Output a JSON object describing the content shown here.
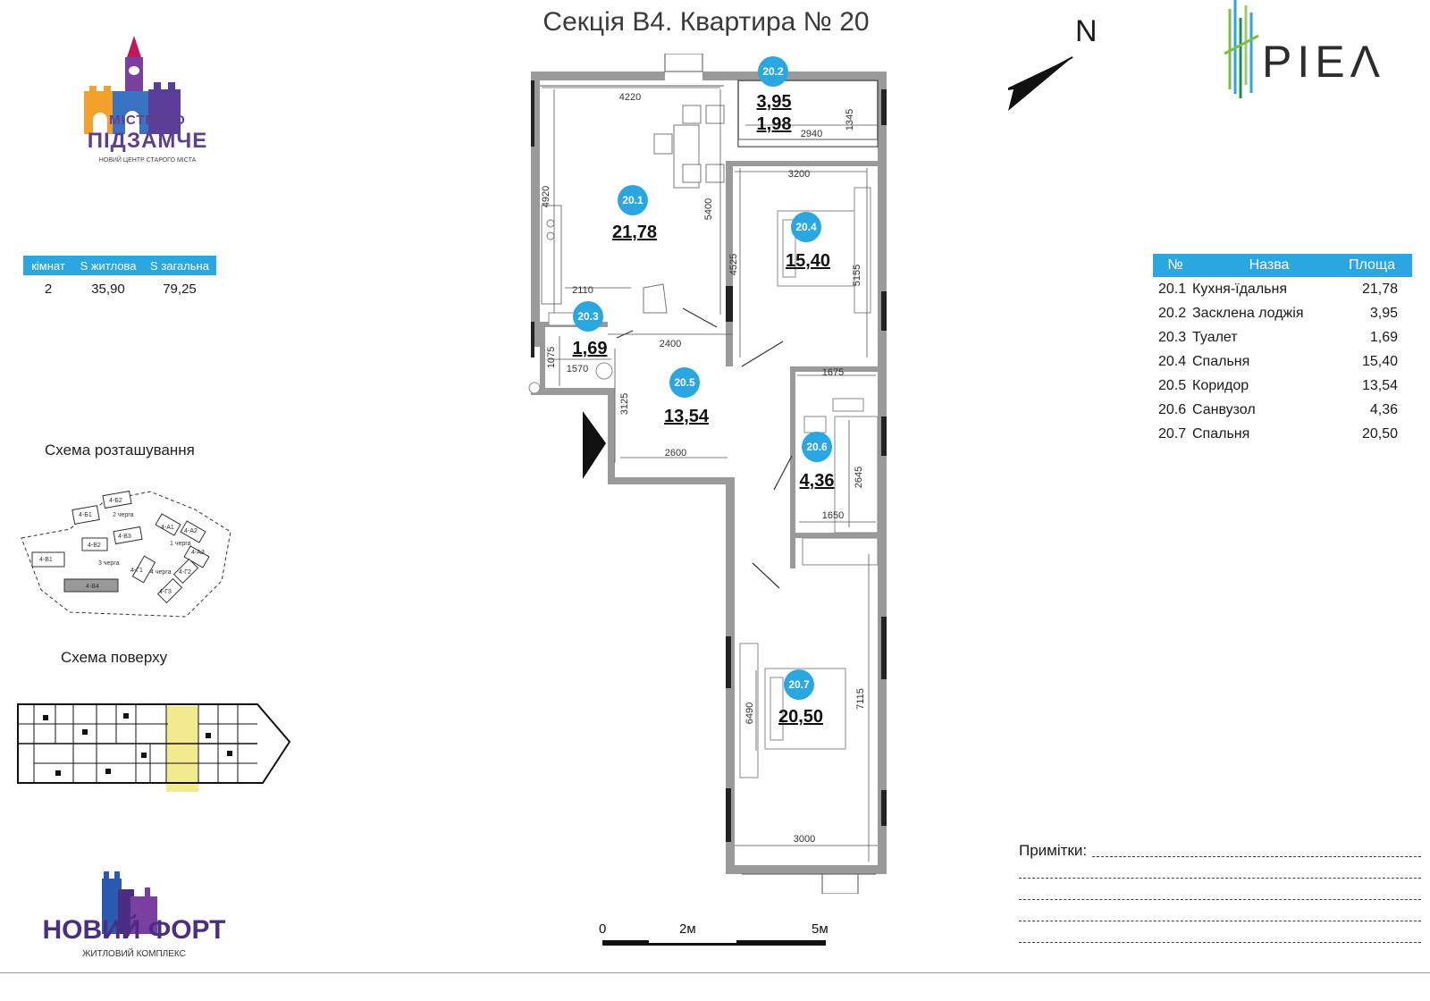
{
  "title": "Секція В4. Квартира № 20",
  "north_label": "N",
  "brand_right": "PIEΛ",
  "brand_left": {
    "line1": "МІСТЕЧКО",
    "line2": "ПІДЗАМЧЕ",
    "tagline": "НОВИЙ ЦЕНТР СТАРОГО МІСТА"
  },
  "summary": {
    "headers": [
      "кімнат",
      "S житлова",
      "S загальна"
    ],
    "values": [
      "2",
      "35,90",
      "79,25"
    ]
  },
  "site_plan": {
    "caption": "Схема розташування",
    "labels": [
      "4-Б2",
      "4-Б1",
      "2 черга",
      "4-В3",
      "4-В2",
      "4-В1",
      "3 черга",
      "4-А1",
      "4-А2",
      "1 черга",
      "4-А3",
      "4-Г1",
      "4 черга",
      "4-Г2",
      "4-Г3",
      "4-В4"
    ]
  },
  "floor_plan": {
    "caption": "Схема поверху"
  },
  "brand_bottom": {
    "name": "НОВИЙ ФОРТ",
    "tagline": "ЖИТЛОВИЙ КОМПЛЕКС"
  },
  "rooms_table": {
    "headers": [
      "№",
      "Назва",
      "Площа"
    ],
    "rows": [
      {
        "no": "20.1",
        "name": "Кухня-їдальня",
        "area": "21,78"
      },
      {
        "no": "20.2",
        "name": "Засклена лоджія",
        "area": "3,95"
      },
      {
        "no": "20.3",
        "name": "Туалет",
        "area": "1,69"
      },
      {
        "no": "20.4",
        "name": "Спальня",
        "area": "15,40"
      },
      {
        "no": "20.5",
        "name": "Коридор",
        "area": "13,54"
      },
      {
        "no": "20.6",
        "name": "Санвузол",
        "area": "4,36"
      },
      {
        "no": "20.7",
        "name": "Спальня",
        "area": "20,50"
      }
    ]
  },
  "notes_label": "Примітки:",
  "plan": {
    "rooms": [
      {
        "id": "20.1",
        "area": "21,78"
      },
      {
        "id": "20.2",
        "area": "3,95",
        "area2": "1,98"
      },
      {
        "id": "20.3",
        "area": "1,69"
      },
      {
        "id": "20.4",
        "area": "15,40"
      },
      {
        "id": "20.5",
        "area": "13,54"
      },
      {
        "id": "20.6",
        "area": "4,36"
      },
      {
        "id": "20.7",
        "area": "20,50"
      }
    ],
    "dimensions": [
      "4220",
      "1345",
      "2940",
      "3200",
      "4920",
      "5400",
      "4525",
      "5155",
      "2110",
      "2400",
      "1075",
      "1570",
      "1675",
      "3125",
      "2600",
      "2645",
      "1650",
      "6490",
      "7115",
      "3000"
    ]
  },
  "scale": {
    "labels": [
      "0",
      "2м",
      "5м"
    ]
  },
  "colors": {
    "accent": "#2aa7e0",
    "wall": "#9a9a9a",
    "brand_purple": "#5d3f8f",
    "highlight": "#f3ea8f"
  }
}
